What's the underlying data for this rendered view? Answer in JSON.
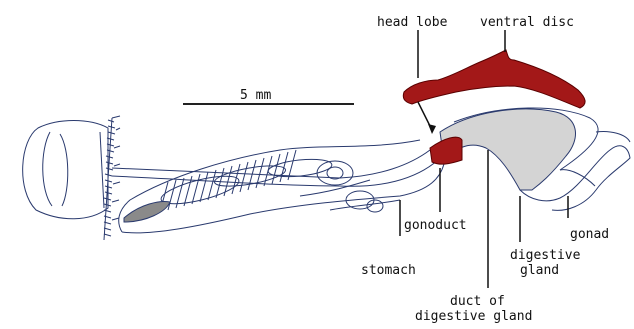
{
  "scale_bar": {
    "label": "5 mm"
  },
  "labels": {
    "head_lobe": "head lobe",
    "ventral_disc": "ventral disc",
    "gonoduct": "gonoduct",
    "stomach": "stomach",
    "digestive_gland": [
      "digestive",
      "gland"
    ],
    "gonad": "gonad",
    "duct_of_digestive_gland": [
      "duct of",
      "digestive gland"
    ]
  },
  "colors": {
    "highlight": "#a31818",
    "outline": "#2a3a6e",
    "gland_fill": "#d4d4d4",
    "label_line": "#111111"
  }
}
